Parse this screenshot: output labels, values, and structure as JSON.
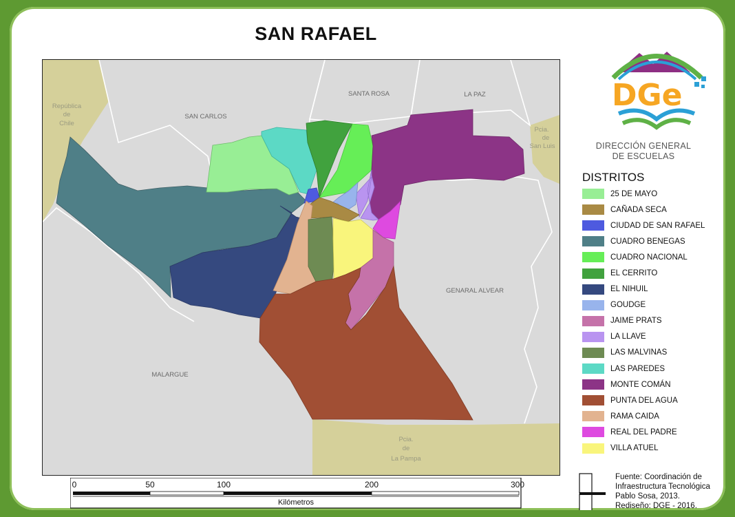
{
  "title": "SAN RAFAEL",
  "agency": {
    "logo_text": "DGe",
    "name_line1": "DIRECCIÓN GENERAL",
    "name_line2": "DE ESCUELAS"
  },
  "map": {
    "neighbor_labels": {
      "chile_1": "República",
      "chile_2": "de",
      "chile_3": "Chile",
      "san_carlos": "SAN CARLOS",
      "santa_rosa": "SANTA ROSA",
      "la_paz": "LA PAZ",
      "san_luis_1": "Pcia.",
      "san_luis_2": "de",
      "san_luis_3": "San Luis",
      "general_alvear": "GENARAL ALVEAR",
      "malargue": "MALARGUE",
      "la_pampa_1": "Pcia.",
      "la_pampa_2": "de",
      "la_pampa_3": "La Pampa"
    },
    "colors": {
      "neighbor_department": "#dadada",
      "neighbor_province": "#d5d09a",
      "frame": "#5e9a32"
    }
  },
  "legend": {
    "title": "DISTRITOS",
    "items": [
      {
        "label": "25 DE MAYO",
        "color": "#98ee95"
      },
      {
        "label": "CAÑADA SECA",
        "color": "#a98a44"
      },
      {
        "label": "CIUDAD DE SAN RAFAEL",
        "color": "#4e5adf"
      },
      {
        "label": "CUADRO BENEGAS",
        "color": "#4f7f87"
      },
      {
        "label": "CUADRO NACIONAL",
        "color": "#66ee57"
      },
      {
        "label": "EL CERRITO",
        "color": "#41a23e"
      },
      {
        "label": "EL NIHUIL",
        "color": "#35497f"
      },
      {
        "label": "GOUDGE",
        "color": "#98b4ec"
      },
      {
        "label": "JAIME PRATS",
        "color": "#c572a9"
      },
      {
        "label": "LA LLAVE",
        "color": "#b994f0"
      },
      {
        "label": "LAS MALVINAS",
        "color": "#6e8b53"
      },
      {
        "label": "LAS PAREDES",
        "color": "#5cd9c5"
      },
      {
        "label": "MONTE COMÁN",
        "color": "#8c3486"
      },
      {
        "label": "PUNTA DEL AGUA",
        "color": "#a14f34"
      },
      {
        "label": "RAMA CAIDA",
        "color": "#e2b390"
      },
      {
        "label": "REAL DEL PADRE",
        "color": "#de4ae0"
      },
      {
        "label": "VILLA ATUEL",
        "color": "#f9f57c"
      }
    ]
  },
  "scale": {
    "ticks": [
      "0",
      "50",
      "100",
      "200",
      "300"
    ],
    "unit": "Kilómetros"
  },
  "source": {
    "line1": "Fuente: Coordinación de",
    "line2": "Infraestructura Tecnológica",
    "line3": "Pablo Sosa, 2013.",
    "line4": "Rediseño: DGE - 2016."
  }
}
